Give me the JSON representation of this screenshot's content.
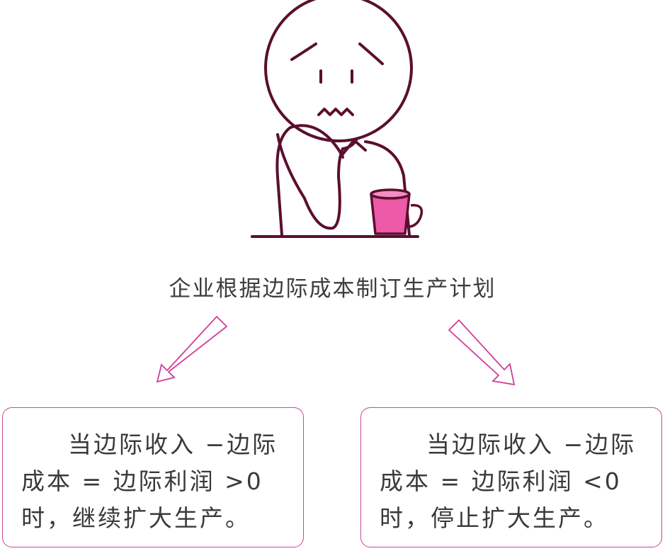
{
  "caption": "企业根据边际成本制订生产计划",
  "colors": {
    "outline": "#5a0f2e",
    "cup_fill": "#ec5aa8",
    "arrow": "#d23c97",
    "box_border": "#c9479a"
  },
  "icons": {
    "figure": "worried-person-icon",
    "cup": "cup-icon",
    "left_arrow": "arrow-down-left-icon",
    "right_arrow": "arrow-down-right-icon"
  },
  "boxes": [
    {
      "text": "当边际收入 −边际成本 = 边际利润 >0 时，继续扩大生产。"
    },
    {
      "text": "当边际收入 −边际成本 = 边际利润 <0 时，停止扩大生产。"
    }
  ]
}
